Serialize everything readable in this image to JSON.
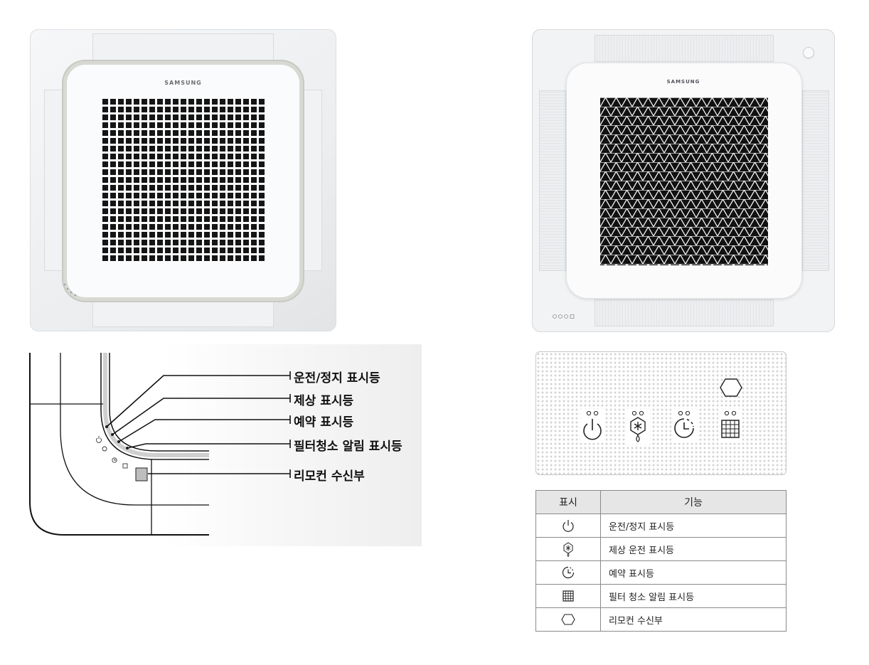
{
  "units": {
    "left_brand": "SAMSUNG",
    "right_brand": "SAMSUNG"
  },
  "diagram": {
    "callouts": [
      {
        "key": "power",
        "label": "운전/정지 표시등"
      },
      {
        "key": "defrost",
        "label": "제상 표시등"
      },
      {
        "key": "timer",
        "label": "예약 표시등"
      },
      {
        "key": "filter",
        "label": "필터청소 알림 표시등"
      },
      {
        "key": "receiver",
        "label": "리모컨 수신부"
      }
    ]
  },
  "panel": {
    "icons": [
      "power-icon",
      "defrost-icon",
      "timer-icon",
      "filter-icon",
      "receiver-hexagon-icon"
    ]
  },
  "table": {
    "headers": [
      "표시",
      "기능"
    ],
    "rows": [
      {
        "icon": "power-icon",
        "label": "운전/정지 표시등"
      },
      {
        "icon": "defrost-icon",
        "label": "제상 운전 표시등"
      },
      {
        "icon": "timer-icon",
        "label": "예약 표시등"
      },
      {
        "icon": "filter-icon",
        "label": "필터 청소 알림 표시등"
      },
      {
        "icon": "receiver-hexagon-icon",
        "label": "리모컨 수신부"
      }
    ]
  },
  "colors": {
    "line": "#111111",
    "table_header_bg": "#e6e6e6",
    "table_border": "#8a8a8a",
    "grille_dark": "#151515"
  }
}
